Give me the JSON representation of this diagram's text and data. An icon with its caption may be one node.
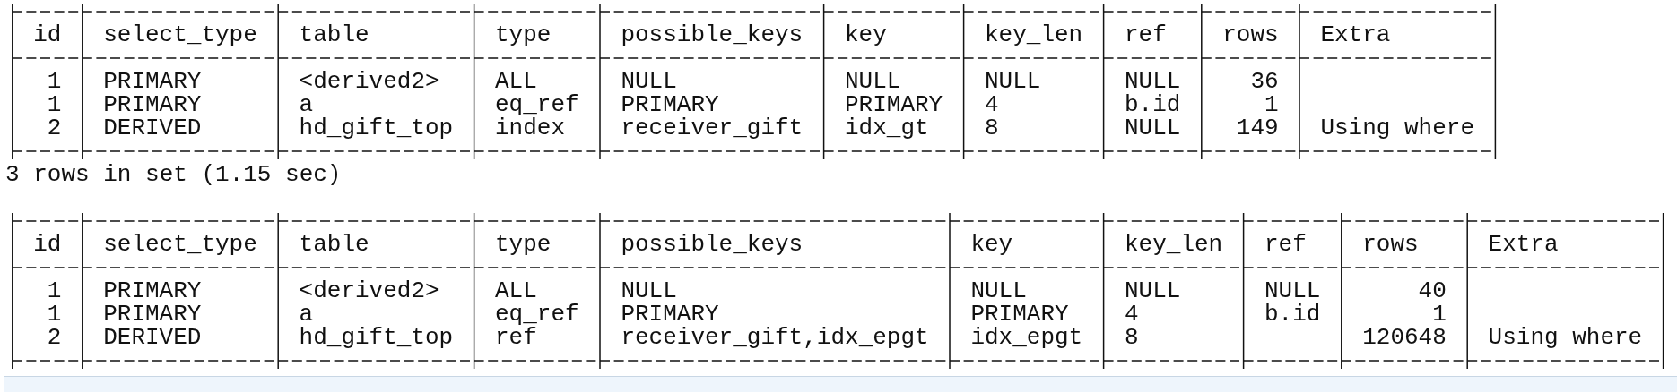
{
  "diagram": {
    "nodes": [
      {
        "text": [],
        "shape": "box"
      }
    ],
    "labels": [
      "id",
      "select_type",
      "table",
      "type",
      "possible_keys",
      "key",
      "key_len",
      "ref",
      "rows",
      "Extra",
      "1",
      "PRIMARY",
      "<derived2>",
      "ALL",
      "NULL",
      "NULL",
      "NULL",
      "NULL",
      "36",
      "1",
      "PRIMARY",
      "a",
      "eq_ref",
      "PRIMARY",
      "PRIMARY",
      "4",
      "b.id",
      "1",
      "2",
      "DERIVED",
      "hd_gift_top",
      "index",
      "receiver_gift",
      "idx_gt",
      "8",
      "NULL",
      "149",
      "Using where",
      "3 rows in set (1.15 sec)",
      "id",
      "select_type",
      "table",
      "type",
      "possible_keys",
      "key",
      "key_len",
      "ref",
      "rows",
      "Extra",
      "1",
      "PRIMARY",
      "<derived2>",
      "ALL",
      "NULL",
      "NULL",
      "NULL",
      "NULL",
      "40",
      "1",
      "PRIMARY",
      "a",
      "eq_ref",
      "PRIMARY",
      "PRIMARY",
      "4",
      "b.id",
      "1",
      "2",
      "DERIVED",
      "hd_gift_top",
      "ref",
      "receiver_gift,idx_epgt",
      "idx_epgt",
      "8",
      "120648",
      "Using where"
    ]
  }
}
